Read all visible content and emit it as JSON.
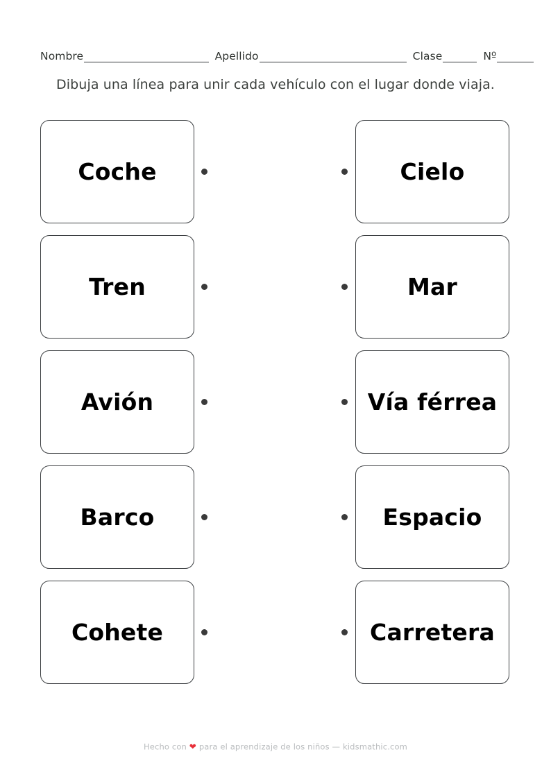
{
  "header": {
    "fields": [
      {
        "label": "Nombre",
        "rule_class": "rule-nombre"
      },
      {
        "label": "Apellido",
        "rule_class": "rule-apellido"
      },
      {
        "label": "Clase",
        "rule_class": "rule-clase"
      },
      {
        "label": "Nº",
        "rule_class": "rule-num"
      }
    ]
  },
  "instruction": "Dibuja una línea para unir cada vehículo con el lugar donde viaja.",
  "match": {
    "rows": [
      {
        "left": "Coche",
        "right": "Cielo"
      },
      {
        "left": "Tren",
        "right": "Mar"
      },
      {
        "left": "Avión",
        "right": "Vía férrea"
      },
      {
        "left": "Barco",
        "right": "Espacio"
      },
      {
        "left": "Cohete",
        "right": "Carretera"
      }
    ]
  },
  "footer": {
    "text_before": "Hecho con",
    "heart": "❤",
    "text_after": "para el aprendizaje de los niños — kidsmathic.com"
  },
  "colors": {
    "card_border": "#3c3f42",
    "dot": "#3a3a3a",
    "text": "#000000",
    "instruction_text": "#3b3f3c",
    "footer_text": "#b9bcbe",
    "heart": "#e8303a",
    "background": "#ffffff"
  }
}
